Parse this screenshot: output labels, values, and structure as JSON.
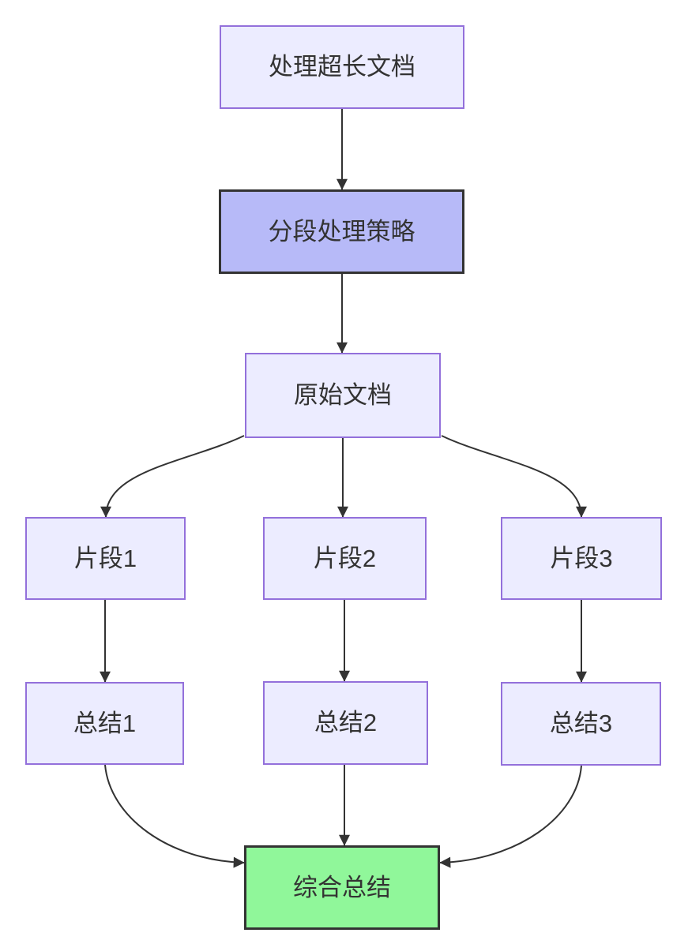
{
  "diagram": {
    "type": "flowchart-top-down",
    "nodes": [
      {
        "id": "start",
        "label": "处理超长文档",
        "style": "default"
      },
      {
        "id": "strategy",
        "label": "分段处理策略",
        "style": "emphasis"
      },
      {
        "id": "doc",
        "label": "原始文档",
        "style": "default"
      },
      {
        "id": "frag1",
        "label": "片段1",
        "style": "default"
      },
      {
        "id": "frag2",
        "label": "片段2",
        "style": "default"
      },
      {
        "id": "frag3",
        "label": "片段3",
        "style": "default"
      },
      {
        "id": "sum1",
        "label": "总结1",
        "style": "default"
      },
      {
        "id": "sum2",
        "label": "总结2",
        "style": "default"
      },
      {
        "id": "sum3",
        "label": "总结3",
        "style": "default"
      },
      {
        "id": "final",
        "label": "综合总结",
        "style": "success"
      }
    ],
    "edges": [
      {
        "from": "start",
        "to": "strategy"
      },
      {
        "from": "strategy",
        "to": "doc"
      },
      {
        "from": "doc",
        "to": "frag1"
      },
      {
        "from": "doc",
        "to": "frag2"
      },
      {
        "from": "doc",
        "to": "frag3"
      },
      {
        "from": "frag1",
        "to": "sum1"
      },
      {
        "from": "frag2",
        "to": "sum2"
      },
      {
        "from": "frag3",
        "to": "sum3"
      },
      {
        "from": "sum1",
        "to": "final"
      },
      {
        "from": "sum2",
        "to": "final"
      },
      {
        "from": "sum3",
        "to": "final"
      }
    ],
    "colors": {
      "background": "#ffffff",
      "node_fill": "#ECECFF",
      "node_border": "#9370DB",
      "emphasis_fill": "#B7BAF8",
      "emphasis_border": "#333333",
      "success_fill": "#90F79A",
      "success_border": "#333333",
      "edge": "#333333",
      "text": "#333333"
    }
  }
}
